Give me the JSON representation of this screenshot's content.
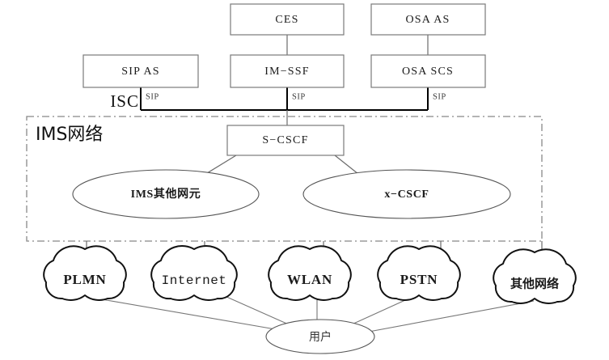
{
  "diagram": {
    "title_region_label": "IMS网络",
    "interface_label": "ISC",
    "protocol_label": "SIP",
    "service_boxes": [
      {
        "id": "ces",
        "label": "CES"
      },
      {
        "id": "osa-as",
        "label": "OSA AS"
      },
      {
        "id": "sip-as",
        "label": "SIP AS"
      },
      {
        "id": "im-ssf",
        "label": "IM−SSF"
      },
      {
        "id": "osa-scs",
        "label": "OSA SCS"
      }
    ],
    "ims_nodes": [
      {
        "id": "s-cscf",
        "label": "S−CSCF"
      },
      {
        "id": "ims-other",
        "label": "IMS其他网元"
      },
      {
        "id": "x-cscf",
        "label": "x−CSCF"
      }
    ],
    "access_clouds": [
      {
        "id": "plmn",
        "label": "PLMN"
      },
      {
        "id": "internet",
        "label": "Internet"
      },
      {
        "id": "wlan",
        "label": "WLAN"
      },
      {
        "id": "pstn",
        "label": "PSTN"
      },
      {
        "id": "other-network",
        "label": "其他网络"
      }
    ],
    "user_node": {
      "id": "user",
      "label": "用户"
    },
    "sip_annotations": [
      "SIP",
      "SIP",
      "SIP"
    ],
    "colors": {
      "background": "#ffffff",
      "box_stroke": "#7a7a7a",
      "cloud_stroke": "#111111",
      "bus_stroke": "#000000",
      "boundary_stroke": "#888888",
      "text": "#1a1a1a"
    }
  }
}
